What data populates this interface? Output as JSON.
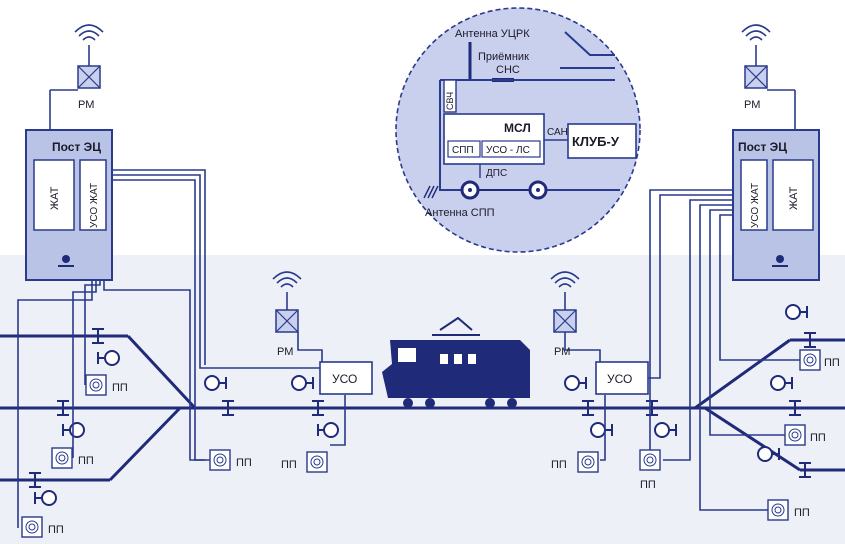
{
  "labels": {
    "rm": "РМ",
    "post": "Пост ЭЦ",
    "zhat": "ЖАТ",
    "uso_zhat": "УСО ЖАТ",
    "uso": "УСО",
    "pp": "ПП",
    "antenna_uckr": "Антенна УЦРК",
    "receiver": "Приёмник",
    "sns": "СНС",
    "svch": "СВЧ",
    "msl": "МСЛ",
    "san": "САН",
    "klub": "КЛУБ-У",
    "spp": "СПП",
    "uso_ls": "УСО - ЛС",
    "dps": "ДПС",
    "antenna_spp": "Антенна СПП"
  },
  "colors": {
    "line": "#2a3a8c",
    "panel": "#b9c3e6",
    "inset": "#c9d0ee",
    "box": "#ffffff",
    "loco": "#1f2a78",
    "track": "#1f2a78"
  }
}
